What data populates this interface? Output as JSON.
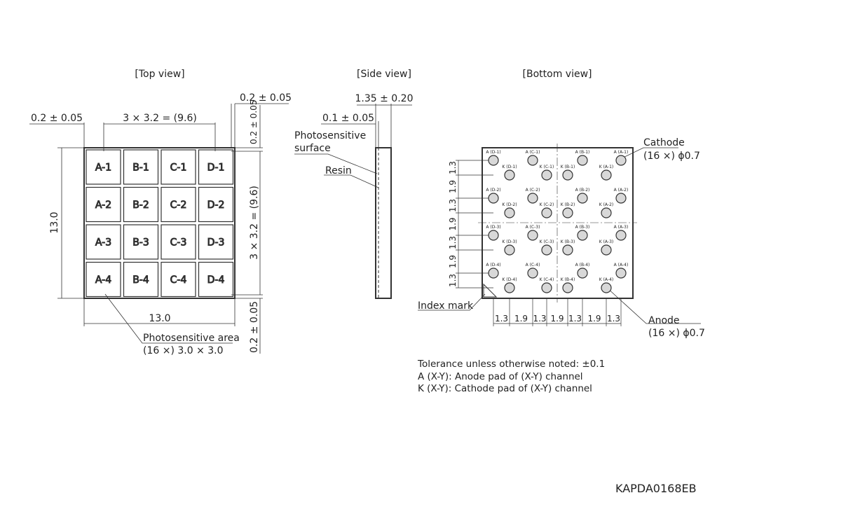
{
  "views": {
    "top": "[Top view]",
    "side": "[Side view]",
    "bottom": "[Bottom view]"
  },
  "top_view": {
    "dim_left_gap": "0.2 ± 0.05",
    "dim_pitch_top": "3 × 3.2 = (9.6)",
    "dim_right_gap": "0.2 ± 0.05",
    "dim_top_gap": "0.2 ± 0.05",
    "dim_pitch_right": "3 × 3.2 = (9.6)",
    "dim_bottom_gap": "0.2 ± 0.05",
    "dim_height": "13.0",
    "dim_width": "13.0",
    "cells": [
      [
        "A-1",
        "B-1",
        "C-1",
        "D-1"
      ],
      [
        "A-2",
        "B-2",
        "C-2",
        "D-2"
      ],
      [
        "A-3",
        "B-3",
        "C-3",
        "D-3"
      ],
      [
        "A-4",
        "B-4",
        "C-4",
        "D-4"
      ]
    ],
    "area_label_1": "Photosensitive area",
    "area_label_2": "(16 ×) 3.0 × 3.0"
  },
  "side_view": {
    "dim_thickness": "1.35 ± 0.20",
    "dim_surface": "0.1 ± 0.05",
    "surface_label_1": "Photosensitive",
    "surface_label_2": "surface",
    "resin_label": "Resin"
  },
  "bottom_view": {
    "cathode_label_1": "Cathode",
    "cathode_label_2": "(16 ×) ϕ0.7",
    "anode_label_1": "Anode",
    "anode_label_2": "(16 ×) ϕ0.7",
    "index_label": "Index mark",
    "h_dims": [
      "1.3",
      "1.9",
      "1.3",
      "1.9",
      "1.3",
      "1.9",
      "1.3"
    ],
    "v_dims": [
      "1.3",
      "1.9",
      "1.3",
      "1.9",
      "1.3",
      "1.9",
      "1.3"
    ],
    "anode_rows": [
      [
        "A (D-1)",
        "A (C-1)",
        "A (B-1)",
        "A (A-1)"
      ],
      [
        "A (D-2)",
        "A (C-2)",
        "A (B-2)",
        "A (A-2)"
      ],
      [
        "A (D-3)",
        "A (C-3)",
        "A (B-3)",
        "A (A-3)"
      ],
      [
        "A (D-4)",
        "A (C-4)",
        "A (B-4)",
        "A (A-4)"
      ]
    ],
    "anode_cols": [
      "left",
      "left",
      "right",
      "right"
    ],
    "cathode_rows": [
      [
        "K (D-1)",
        "K (C-1)",
        "K (B-1)",
        "K (A-1)"
      ],
      [
        "K (D-2)",
        "K (C-2)",
        "K (B-2)",
        "K (A-2)"
      ],
      [
        "K (D-3)",
        "K (C-3)",
        "K (B-3)",
        "K (A-3)"
      ],
      [
        "K (D-4)",
        "K (C-4)",
        "K (B-4)",
        "K (A-4)"
      ]
    ],
    "cathode_cols": [
      "right",
      "right",
      "left",
      "left"
    ]
  },
  "notes": [
    "Tolerance unless otherwise noted: ±0.1",
    "A (X-Y): Anode pad of (X-Y) channel",
    "K (X-Y): Cathode pad of (X-Y) channel"
  ],
  "drawing_code": "KAPDA0168EB"
}
